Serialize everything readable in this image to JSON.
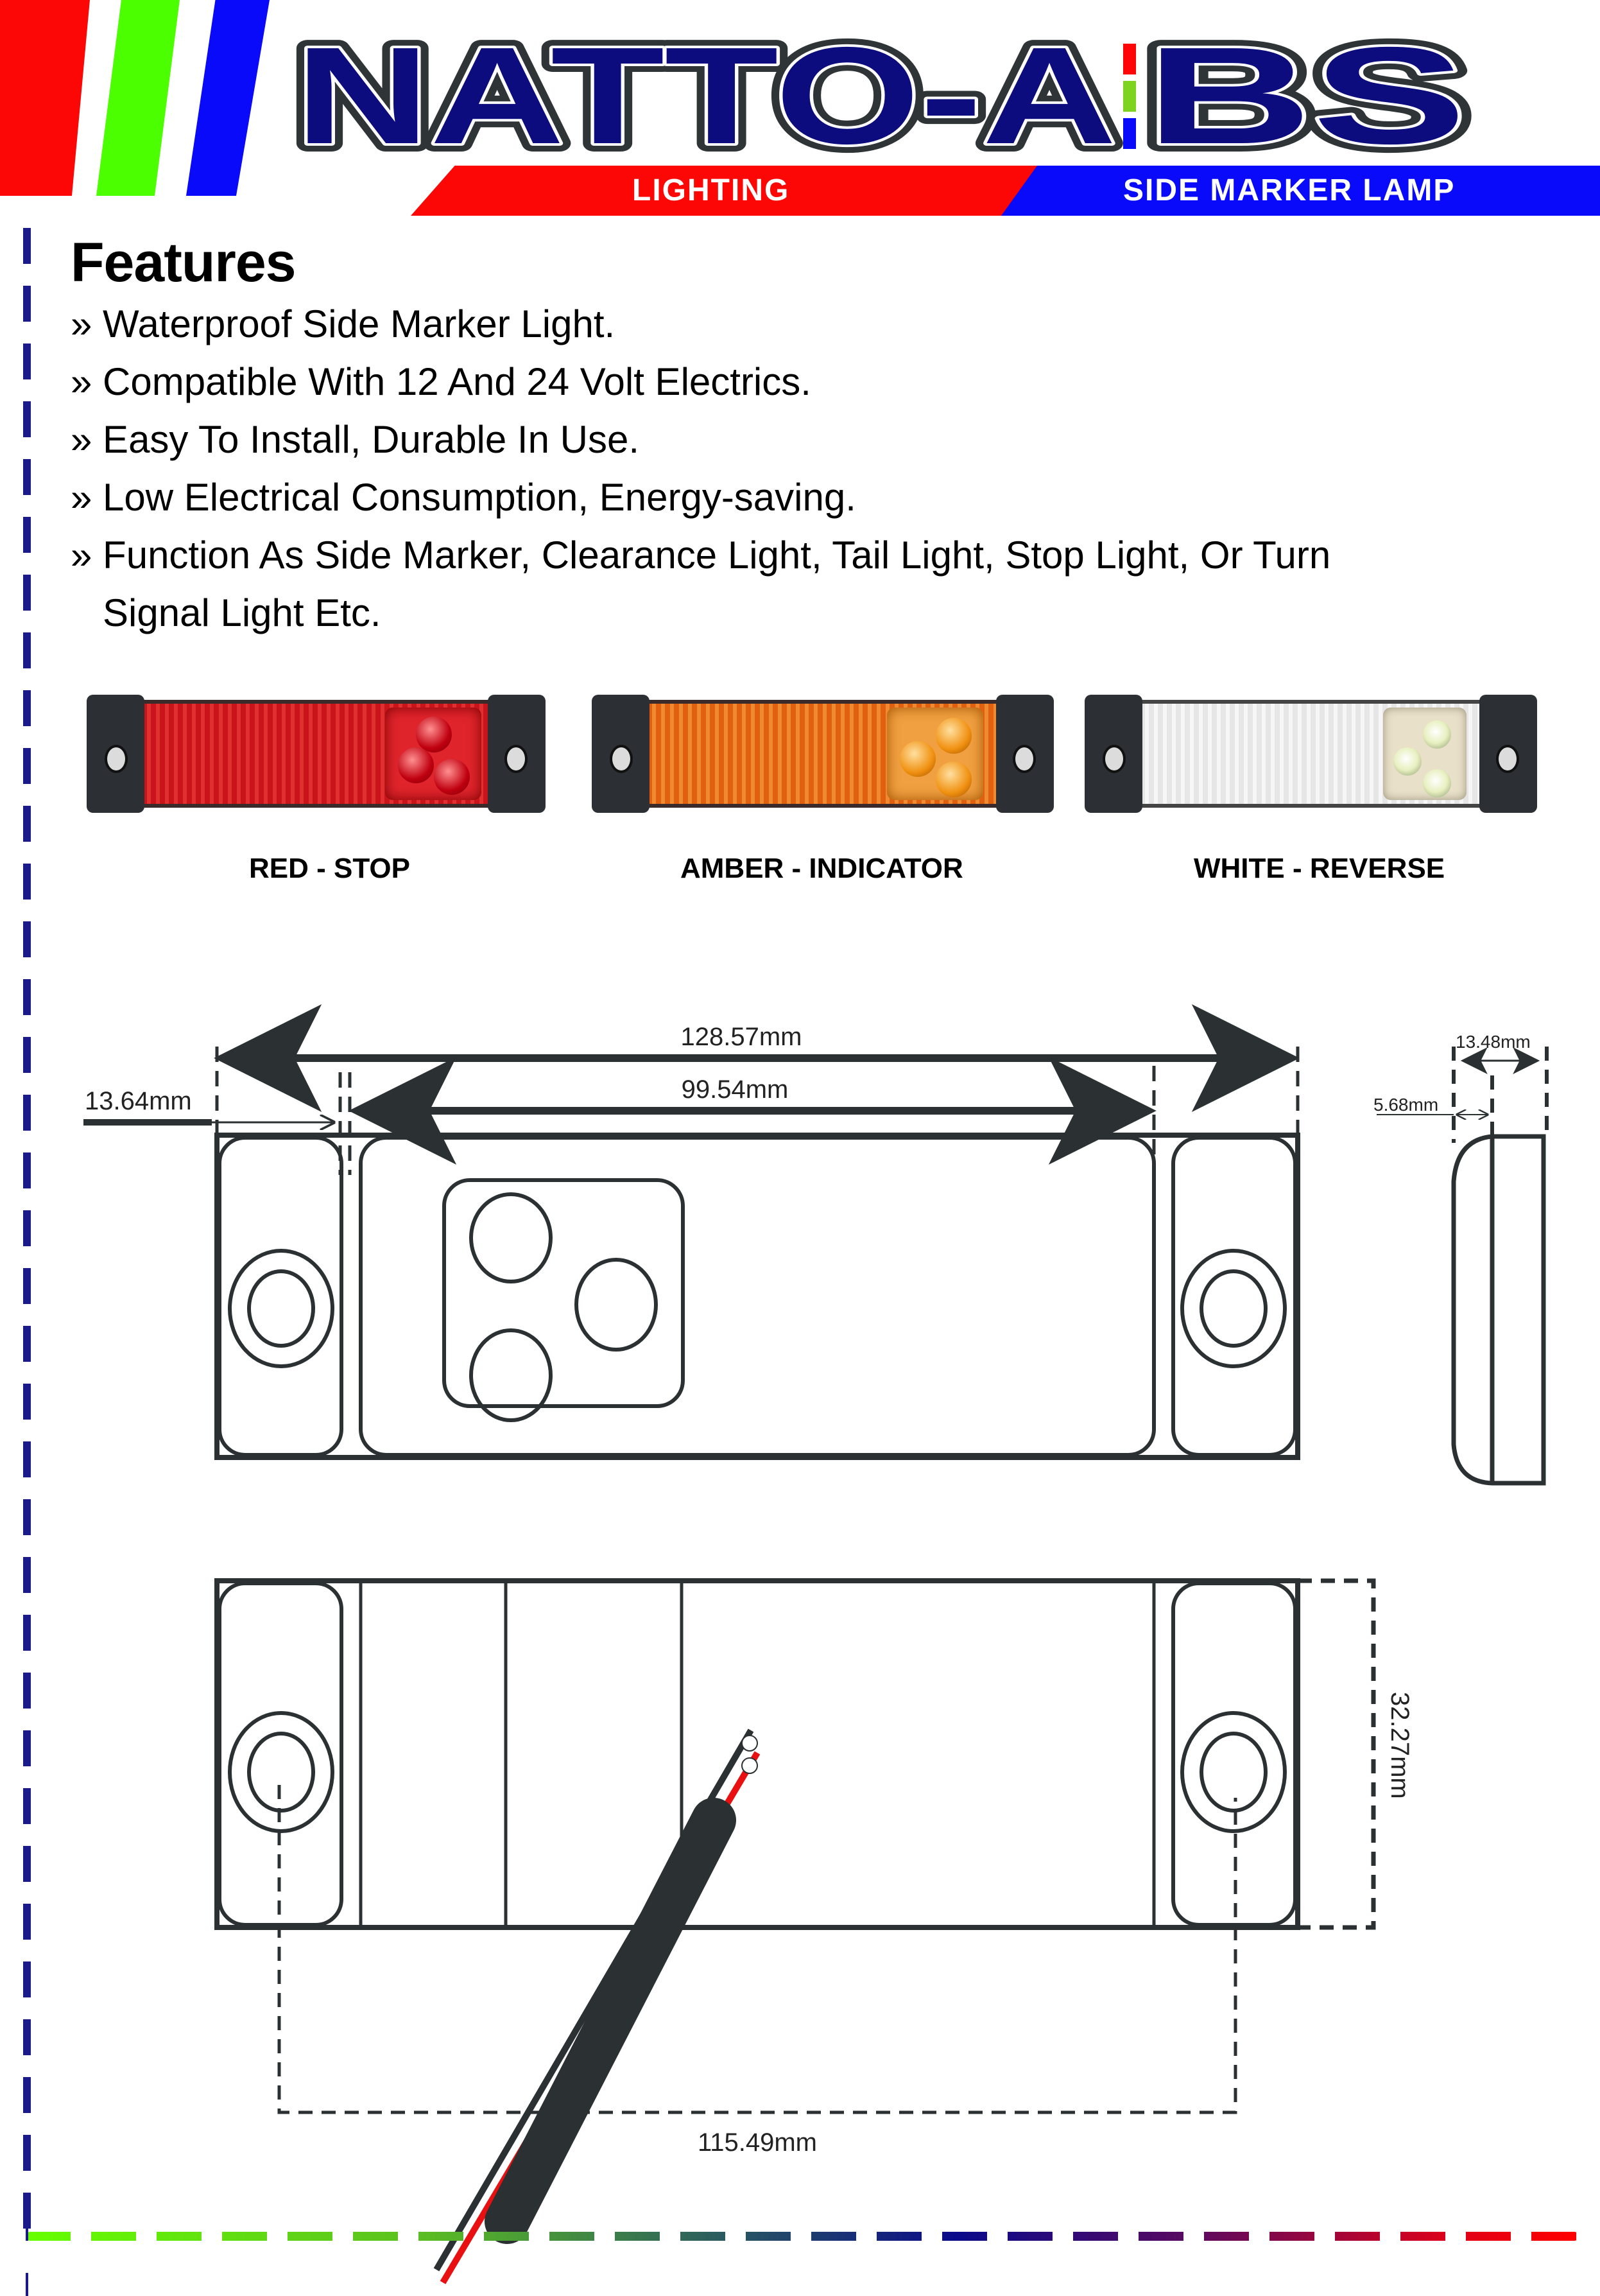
{
  "brand": {
    "logo_text": "NATTO-ABS",
    "logo_prefix": "NATTO-A",
    "logo_suffix": "BS",
    "colors": {
      "red": "#fc0606",
      "green": "#4cff00",
      "blue": "#0a0afa",
      "navy": "#0c0c7e",
      "outline": "#2f3436"
    }
  },
  "banner": {
    "category": "LIGHTING",
    "product": "SIDE MARKER LAMP"
  },
  "features": {
    "title": "Features",
    "bullet": "»",
    "items": [
      "Waterproof Side Marker Light.",
      "Compatible With 12 And 24 Volt Electrics.",
      "Easy To Install, Durable In Use.",
      "Low Electrical Consumption, Energy-saving.",
      "Function As Side Marker, Clearance Light, Tail Light, Stop Light, Or Turn"
    ],
    "continuation": "Signal Light Etc."
  },
  "variants": [
    {
      "name": "red-stop",
      "caption": "RED - STOP",
      "color": "#d01a20"
    },
    {
      "name": "amber-indicator",
      "caption": "AMBER - INDICATOR",
      "color": "#f08a20"
    },
    {
      "name": "white-reverse",
      "caption": "WHITE - REVERSE",
      "color": "#f0f0f0"
    }
  ],
  "dimensions": {
    "overall_length": "128.57mm",
    "lens_length": "99.54mm",
    "bracket_width": "13.64mm",
    "depth_total": "13.48mm",
    "depth_lens": "5.68mm",
    "height": "32.27mm",
    "hole_spacing": "115.49mm"
  }
}
